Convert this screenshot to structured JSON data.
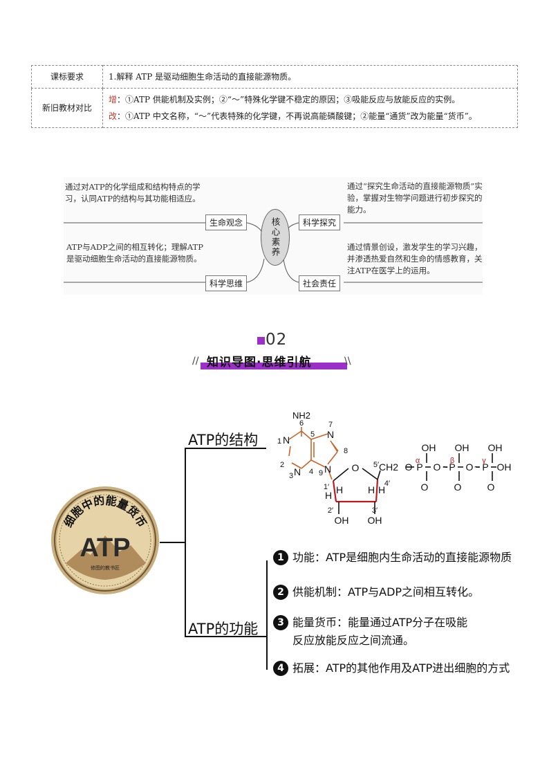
{
  "table": {
    "row1": {
      "header": "课标要求",
      "content": "1.解释 ATP 是驱动细胞生命活动的直接能源物质。"
    },
    "row2": {
      "header": "新旧教材对比",
      "add_tag": "增",
      "add_text": "：①ATP 供能机制及实例；②“～”特殊化学键不稳定的原因；③吸能反应与放能反应的实例。",
      "change_tag": "改",
      "change_text": "：①ATP 中文名称，“～”代表特殊的化学键，不再说高能磷酸键；②能量“通货”改为能量“货币”。"
    }
  },
  "core": {
    "center": "核心素养",
    "life_concept": {
      "label": "生命观念",
      "text": "通过对ATP的化学组成和结构特点的学习，认同ATP的结构与其功能相适应。"
    },
    "sci_thinking": {
      "label": "科学思维",
      "text": "ATP与ADP之间的相互转化；理解ATP是驱动细胞生命活动的直接能源物质。"
    },
    "sci_inquiry": {
      "label": "科学探究",
      "text": "通过“探究生命活动的直接能源物质”实验，掌握对生物学问题进行初步探究的能力。"
    },
    "social": {
      "label": "社会责任",
      "text": "通过情景创设，激发学生的学习兴趣，并渗透热爱自然和生命的情感教育，关注ATP在医学上的运用。"
    }
  },
  "section": {
    "number": "02",
    "title": "知识导图·思维引航"
  },
  "coin": {
    "arc_text": "细胞中的能量货币",
    "main": "ATP",
    "small": "修图的教书匠"
  },
  "mindmap": {
    "structure_label": "ATP的结构",
    "function_label": "ATP的功能",
    "items": [
      {
        "n": "1",
        "text": "功能：ATP是细胞内生命活动的直接能源物质"
      },
      {
        "n": "2",
        "text": "供能机制：ATP与ADP之间相互转化。"
      },
      {
        "n": "3",
        "text": "能量货币：能量通过ATP分子在吸能反应放能反应之间流通。"
      },
      {
        "n": "4",
        "text": "拓展：ATP的其他作用及ATP进出细胞的方式"
      }
    ]
  },
  "molecule": {
    "nh2": "NH2",
    "ring_numbers": [
      "1",
      "2",
      "3",
      "4",
      "5",
      "6",
      "7",
      "8",
      "9"
    ],
    "sugar_numbers": [
      "1′",
      "2′",
      "3′",
      "4′",
      "5′"
    ],
    "oh": "OH",
    "h": "H",
    "o": "O",
    "n": "N",
    "p": "P",
    "ch2": "CH2",
    "greek": [
      "α",
      "β",
      "γ"
    ],
    "colors": {
      "base": "#c86428",
      "sugar": "#c0171e",
      "text": "#111111",
      "greek": "#c0171e"
    }
  }
}
